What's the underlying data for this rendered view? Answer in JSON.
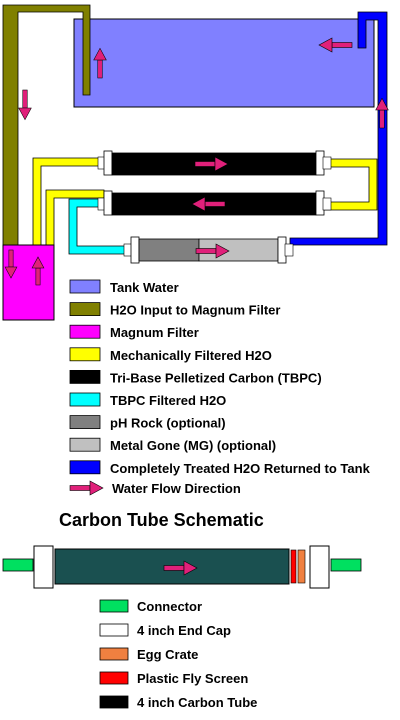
{
  "colors": {
    "tank_water": "#8080FF",
    "h2o_input": "#808000",
    "magnum_filter": "#FF00FF",
    "mech_filtered": "#FFFF00",
    "carbon_tube": "#000000",
    "tbpc_filtered": "#00FFFF",
    "ph_rock": "#808080",
    "metal_gone": "#C0C0C0",
    "treated_return": "#0000FF",
    "flow_arrow": "#E0207A",
    "connector": "#00E060",
    "end_cap": "#FFFFFF",
    "egg_crate": "#F08040",
    "fly_screen": "#FF0000",
    "carbon_tube_schematic": "#1A5050"
  },
  "legend": [
    {
      "label": "Tank Water",
      "color": "#8080FF"
    },
    {
      "label": "H2O Input to Magnum Filter",
      "color": "#808000"
    },
    {
      "label": "Magnum Filter",
      "color": "#FF00FF"
    },
    {
      "label": "Mechanically Filtered H2O",
      "color": "#FFFF00"
    },
    {
      "label": "Tri-Base Pelletized Carbon (TBPC)",
      "color": "#000000"
    },
    {
      "label": "TBPC Filtered H2O",
      "color": "#00FFFF"
    },
    {
      "label": "pH Rock (optional)",
      "color": "#808080"
    },
    {
      "label": "Metal Gone (MG) (optional)",
      "color": "#C0C0C0"
    },
    {
      "label": "Completely Treated H2O Returned to Tank",
      "color": "#0000FF"
    }
  ],
  "flow_legend": {
    "label": "Water Flow Direction"
  },
  "schematic": {
    "title": "Carbon Tube Schematic",
    "legend": [
      {
        "label": "Connector",
        "color": "#00E060"
      },
      {
        "label": "4 inch End Cap",
        "color": "#FFFFFF"
      },
      {
        "label": "Egg Crate",
        "color": "#F08040"
      },
      {
        "label": "Plastic Fly Screen",
        "color": "#FF0000"
      },
      {
        "label": "4 inch Carbon Tube",
        "color": "#000000"
      }
    ]
  }
}
